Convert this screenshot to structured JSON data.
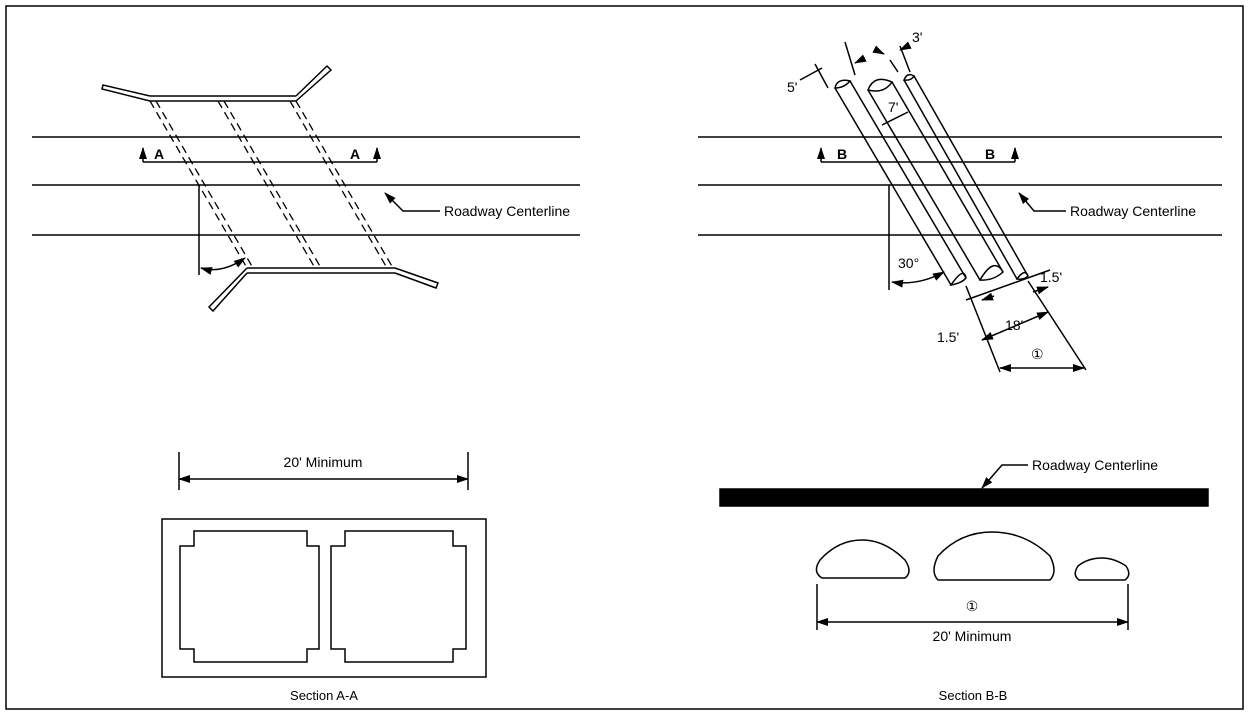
{
  "plan_a": {
    "section_marker_left": "A",
    "section_marker_right": "A",
    "centerline_label": "Roadway Centerline"
  },
  "plan_b": {
    "section_marker_left": "B",
    "section_marker_right": "B",
    "centerline_label": "Roadway Centerline",
    "dim_pipe_left": "5'",
    "dim_pipe_right": "3'",
    "dim_pipe_middle": "7'",
    "dim_angle": "30°",
    "dim_spacing_right": "1.5'",
    "dim_spacing_left": "1.5'",
    "dim_spacing_middle": "18'",
    "dim_reference": "①"
  },
  "section_a": {
    "width_label": "20' Minimum",
    "title": "Section A-A"
  },
  "section_b": {
    "centerline_label": "Roadway Centerline",
    "reference": "①",
    "width_label": "20' Minimum",
    "title": "Section B-B"
  }
}
